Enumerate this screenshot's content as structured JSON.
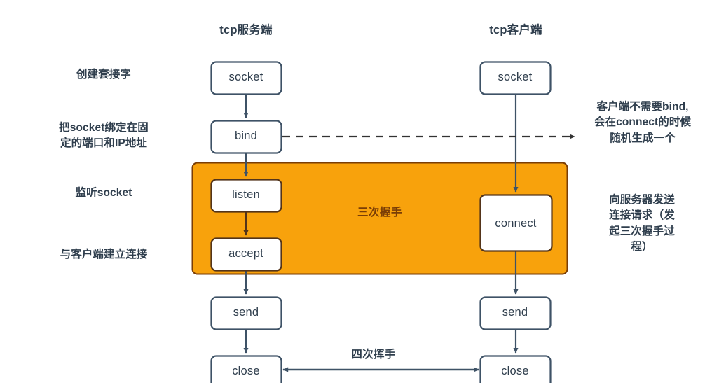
{
  "diagram": {
    "title_server": "tcp服务端",
    "title_client": "tcp客户端",
    "server_steps": [
      {
        "name": "socket",
        "label": "socket"
      },
      {
        "name": "bind",
        "label": "bind"
      },
      {
        "name": "listen",
        "label": "listen"
      },
      {
        "name": "accept",
        "label": "accept"
      },
      {
        "name": "send",
        "label": "send"
      },
      {
        "name": "close",
        "label": "close"
      }
    ],
    "client_steps": [
      {
        "name": "socket",
        "label": "socket"
      },
      {
        "name": "connect",
        "label": "connect"
      },
      {
        "name": "send",
        "label": "send"
      },
      {
        "name": "close",
        "label": "close"
      }
    ],
    "left_annotations": [
      "创建套接字",
      "把socket绑定在固\n定的端口和IP地址",
      "监听socket",
      "与客户端建立连接"
    ],
    "right_annotations": [
      "客户端不需要bind,\n会在connect的时候\n随机生成一个",
      "向服务器发送\n连接请求（发\n起三次握手过\n程）"
    ],
    "zone_label": "三次握手",
    "bottom_edge_label": "四次挥手",
    "colors": {
      "zone_fill": "#F8A20C",
      "zone_border": "#7A3D06",
      "node_border": "#3E5266",
      "node_fill": "#ffffff",
      "text": "#2F3E4D",
      "zone_text": "#7A3D06",
      "background": "#ffffff"
    }
  }
}
